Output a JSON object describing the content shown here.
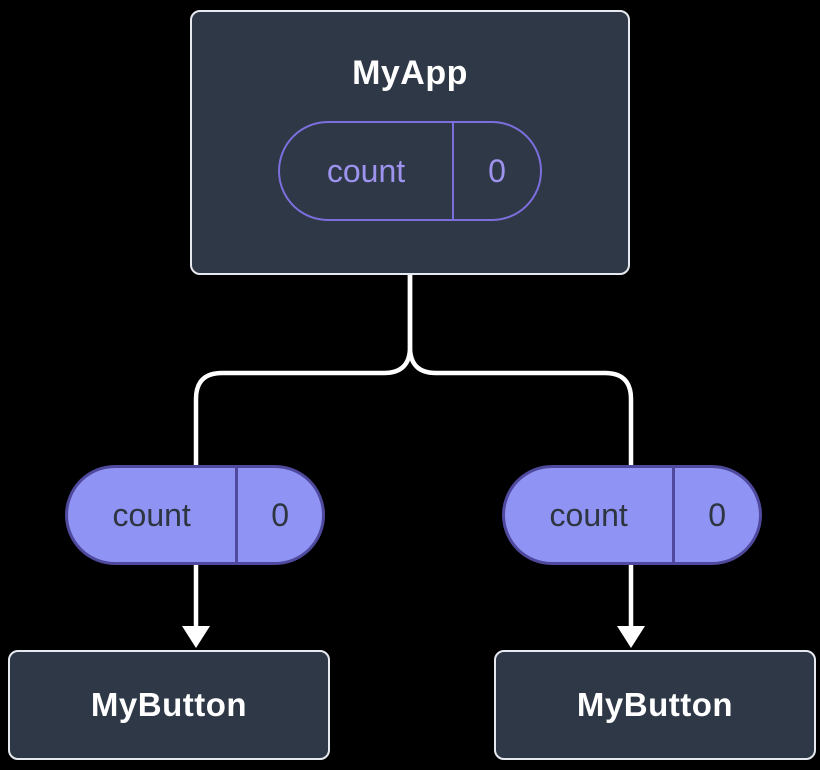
{
  "root": {
    "title": "MyApp",
    "state": {
      "label": "count",
      "value": "0"
    }
  },
  "props": {
    "left": {
      "label": "count",
      "value": "0"
    },
    "right": {
      "label": "count",
      "value": "0"
    }
  },
  "children": {
    "left": {
      "title": "MyButton"
    },
    "right": {
      "title": "MyButton"
    }
  },
  "colors": {
    "background": "#000000",
    "node_fill": "#2f3847",
    "node_border": "#e6eaf0",
    "node_text": "#ffffff",
    "state_pill_outline": "#7c6fdd",
    "state_pill_text": "#9e93ee",
    "prop_pill_fill": "#8f93f3",
    "prop_pill_border": "#4f4a9e",
    "prop_pill_text": "#2d3540",
    "connector": "#ffffff"
  }
}
